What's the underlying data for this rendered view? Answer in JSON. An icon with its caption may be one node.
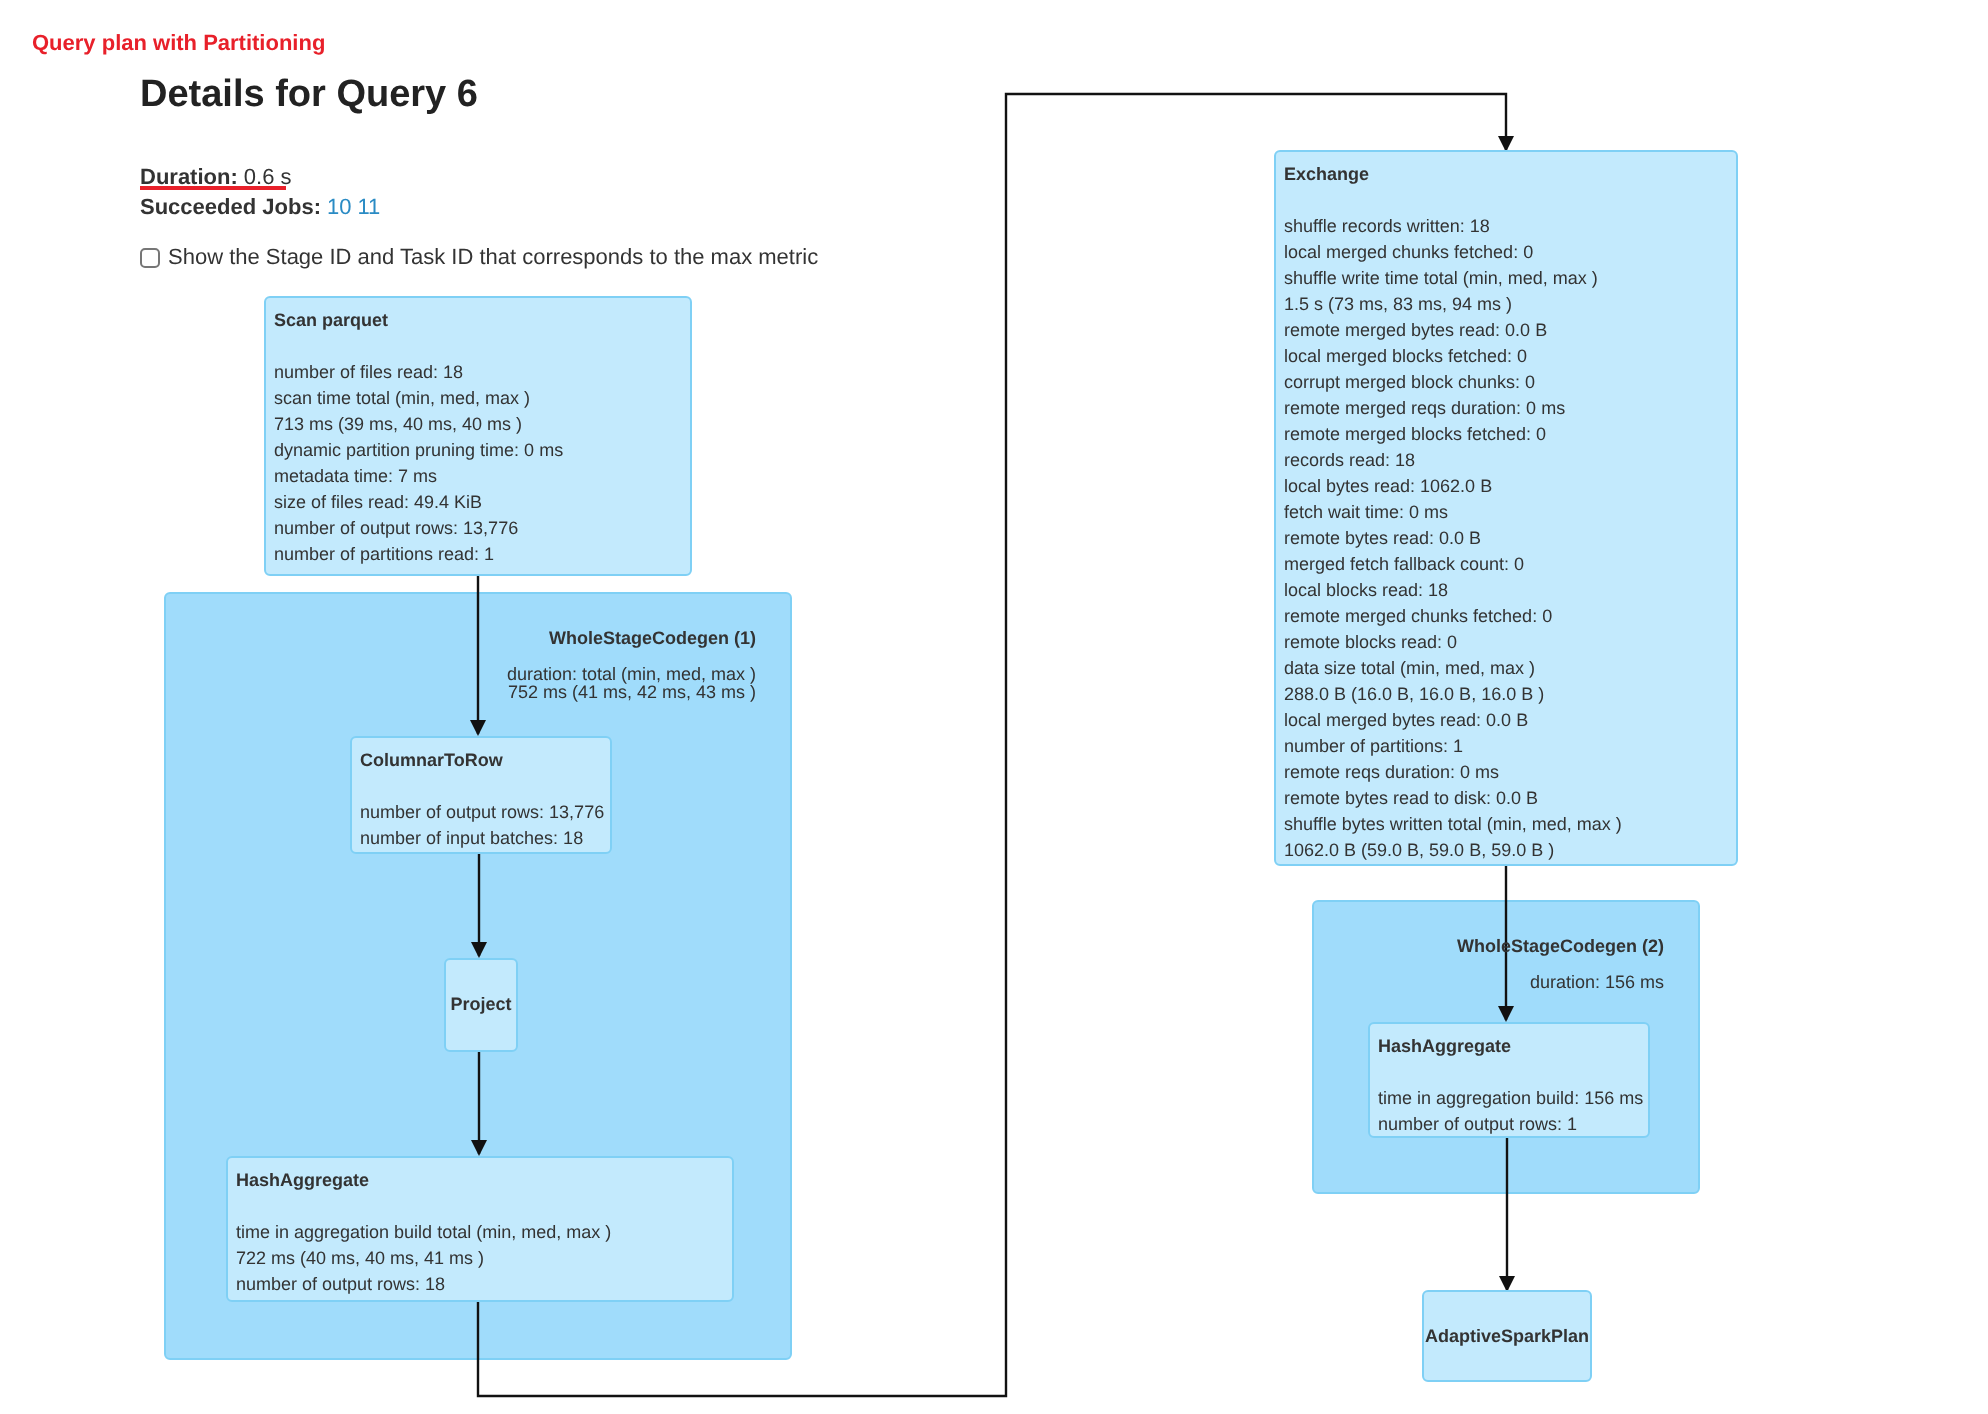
{
  "diagram": {
    "title": "Details for Query 6",
    "nodes": [
      {
        "text": [
          "Scan parquet",
          "number of files read: 18",
          "scan time total (min, med, max )",
          "713 ms (39 ms, 40 ms, 40 ms )",
          "dynamic partition pruning time: 0 ms",
          "metadata time: 7 ms",
          "size of files read: 49.4 KiB",
          "number of output rows: 13,776",
          "number of partitions read: 1"
        ]
      },
      {
        "text": [
          "WholeStageCodegen (1)",
          "duration: total (min, med, max ) 752 ms (41 ms, 42 ms, 43 ms )"
        ]
      },
      {
        "text": [
          "ColumnarToRow",
          "number of output rows: 13,776",
          "number of input batches: 18"
        ],
        "in": 1
      },
      {
        "text": [
          "Project"
        ],
        "in": 1
      },
      {
        "text": [
          "HashAggregate",
          "time in aggregation build total (min, med, max )",
          "722 ms (40 ms, 40 ms, 41 ms )",
          "number of output rows: 18"
        ],
        "in": 1
      },
      {
        "text": [
          "Exchange",
          "shuffle records written: 18",
          "local merged chunks fetched: 0",
          "shuffle write time total (min, med, max )",
          "1.5 s (73 ms, 83 ms, 94 ms )",
          "remote merged bytes read: 0.0 B",
          "local merged blocks fetched: 0",
          "corrupt merged block chunks: 0",
          "remote merged reqs duration: 0 ms",
          "remote merged blocks fetched: 0",
          "records read: 18",
          "local bytes read: 1062.0 B",
          "fetch wait time: 0 ms",
          "remote bytes read: 0.0 B",
          "merged fetch fallback count: 0",
          "local blocks read: 18",
          "remote merged chunks fetched: 0",
          "remote blocks read: 0",
          "data size total (min, med, max )",
          "288.0 B (16.0 B, 16.0 B, 16.0 B )",
          "local merged bytes read: 0.0 B",
          "number of partitions: 1",
          "remote reqs duration: 0 ms",
          "remote bytes read to disk: 0.0 B",
          "shuffle bytes written total (min, med, max )",
          "1062.0 B (59.0 B, 59.0 B, 59.0 B )"
        ]
      },
      {
        "text": [
          "WholeStageCodegen (2)",
          "duration: 156 ms"
        ]
      },
      {
        "text": [
          "HashAggregate",
          "time in aggregation build: 156 ms",
          "number of output rows: 1"
        ],
        "in": 6
      },
      {
        "text": [
          "AdaptiveSparkPlan"
        ]
      }
    ],
    "edges": [
      {
        "from": 0,
        "to": 2,
        "arrow": "to"
      },
      {
        "from": 2,
        "to": 3,
        "arrow": "to"
      },
      {
        "from": 3,
        "to": 4,
        "arrow": "to"
      },
      {
        "from": 4,
        "to": 5,
        "arrow": "to"
      },
      {
        "from": 5,
        "to": 7,
        "arrow": "to"
      },
      {
        "from": 7,
        "to": 8,
        "arrow": "to"
      }
    ],
    "labels": [
      "Query plan with Partitioning",
      "Duration:",
      "0.6 s",
      "Succeeded Jobs:",
      "10",
      "11",
      "Show the Stage ID and Task ID that corresponds to the max metric"
    ]
  }
}
